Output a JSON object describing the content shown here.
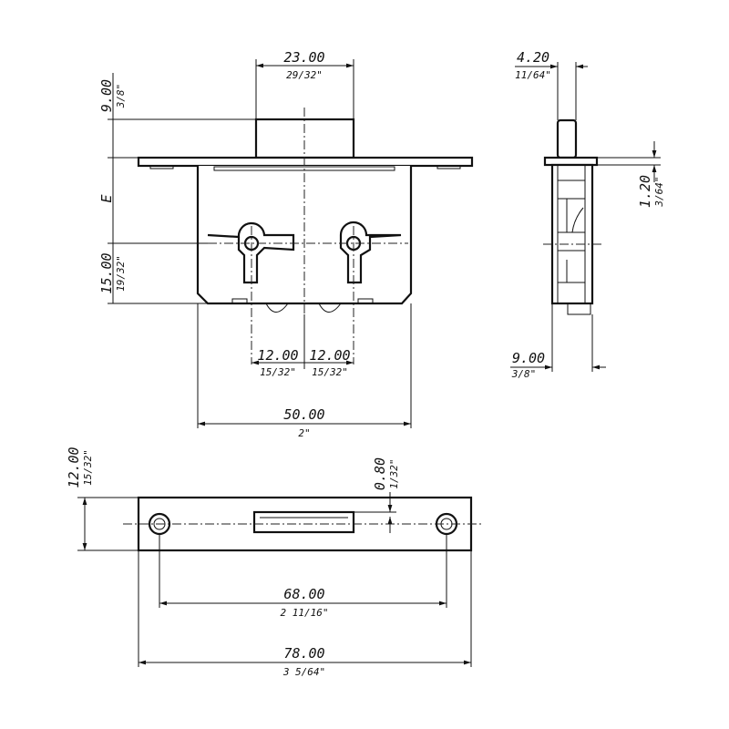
{
  "front_view": {
    "bolt_width": {
      "mm": "23.00",
      "inch": "29/32\""
    },
    "bolt_projection": {
      "mm": "9.00",
      "inch": "3/8\""
    },
    "backset_label": "E",
    "keyhole_offset": {
      "mm": "15.00",
      "inch": "19/32\""
    },
    "keyhole_spacing_left": {
      "mm": "12.00",
      "inch": "15/32\""
    },
    "keyhole_spacing_right": {
      "mm": "12.00",
      "inch": "15/32\""
    },
    "body_width": {
      "mm": "50.00",
      "inch": "2\""
    }
  },
  "side_view": {
    "bolt_thickness": {
      "mm": "4.20",
      "inch": "11/64\""
    },
    "faceplate_thickness": {
      "mm": "1.20",
      "inch": "3/64\""
    },
    "body_thickness": {
      "mm": "9.00",
      "inch": "3/8\""
    }
  },
  "strike_plate": {
    "height": {
      "mm": "12.00",
      "inch": "15/32\""
    },
    "offset": {
      "mm": "0.80",
      "inch": "1/32\""
    },
    "hole_spacing": {
      "mm": "68.00",
      "inch": "2 11/16\""
    },
    "length": {
      "mm": "78.00",
      "inch": "3 5/64\""
    }
  }
}
